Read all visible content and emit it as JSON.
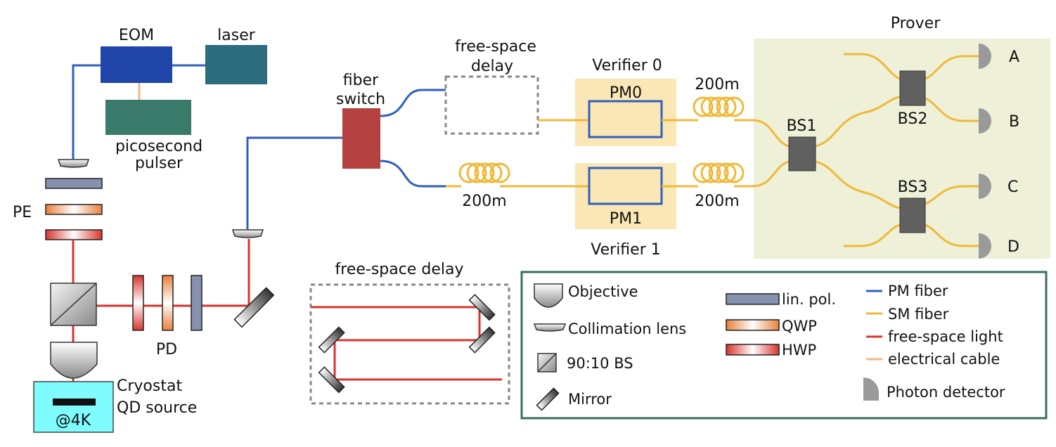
{
  "labels": {
    "eom": "EOM",
    "laser": "laser",
    "pulser_1": "picosecond",
    "pulser_2": "pulser",
    "pe": "PE",
    "pd": "PD",
    "cryostat_1": "Cryostat",
    "cryostat_2": "QD source",
    "temp": "@4K",
    "switch_1": "fiber",
    "switch_2": "switch",
    "fsd_top_1": "free-space",
    "fsd_top_2": "delay",
    "verifier0": "Verifier 0",
    "verifier1": "Verifier 1",
    "pm0": "PM0",
    "pm1": "PM1",
    "spool_v0": "200m",
    "spool_lower": "200m",
    "spool_v1": "200m",
    "prover": "Prover",
    "bs1": "BS1",
    "bs2": "BS2",
    "bs3": "BS3",
    "det_a": "A",
    "det_b": "B",
    "det_c": "C",
    "det_d": "D",
    "fsd_box": "free-space delay"
  },
  "legend": {
    "objective": "Objective",
    "collimation": "Collimation lens",
    "bs": "90:10 BS",
    "mirror": "Mirror",
    "linpol": "lin. pol.",
    "qwp": "QWP",
    "hwp": "HWP",
    "pm_fiber": "PM fiber",
    "sm_fiber": "SM fiber",
    "free_space": "free-space light",
    "cable": "electrical cable",
    "detector": "Photon detector"
  },
  "colors": {
    "pm_fiber": "#2f5fbf",
    "sm_fiber": "#f0b93a",
    "free_space": "#d9342b",
    "cable": "#f2b58a",
    "eom": "#1f45a8",
    "laser": "#2b6c7e",
    "pulser": "#3a7a6a",
    "switch": "#b54040",
    "prover_bg": "#eef0d8",
    "verifier_bg": "#fbe7b5",
    "cryostat": "#7ffcff",
    "beamsplitter": "#606060",
    "detector": "#9a9a9a",
    "legend_border": "#3b6e58"
  }
}
